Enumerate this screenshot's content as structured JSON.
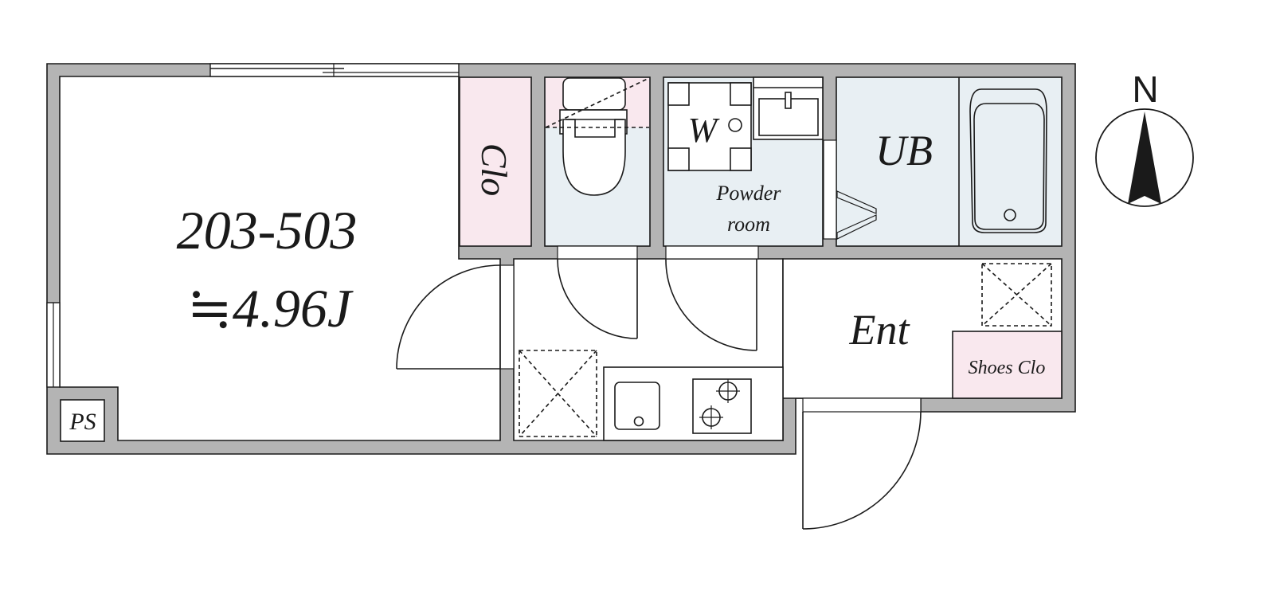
{
  "plan": {
    "unit_number": "203-503",
    "area": "≒4.96J",
    "colors": {
      "wall": "#b4b4b4",
      "closet": "#f9e8ee",
      "wet_area": "#e8eff3",
      "line": "#1a1a1a"
    },
    "rooms": {
      "closet": "Clo",
      "washer": "W",
      "powder_room_line1": "Powder",
      "powder_room_line2": "room",
      "unit_bath": "UB",
      "entrance": "Ent",
      "shoes_closet": "Shoes Clo",
      "pipe_space": "PS"
    },
    "compass": {
      "label": "N"
    }
  }
}
